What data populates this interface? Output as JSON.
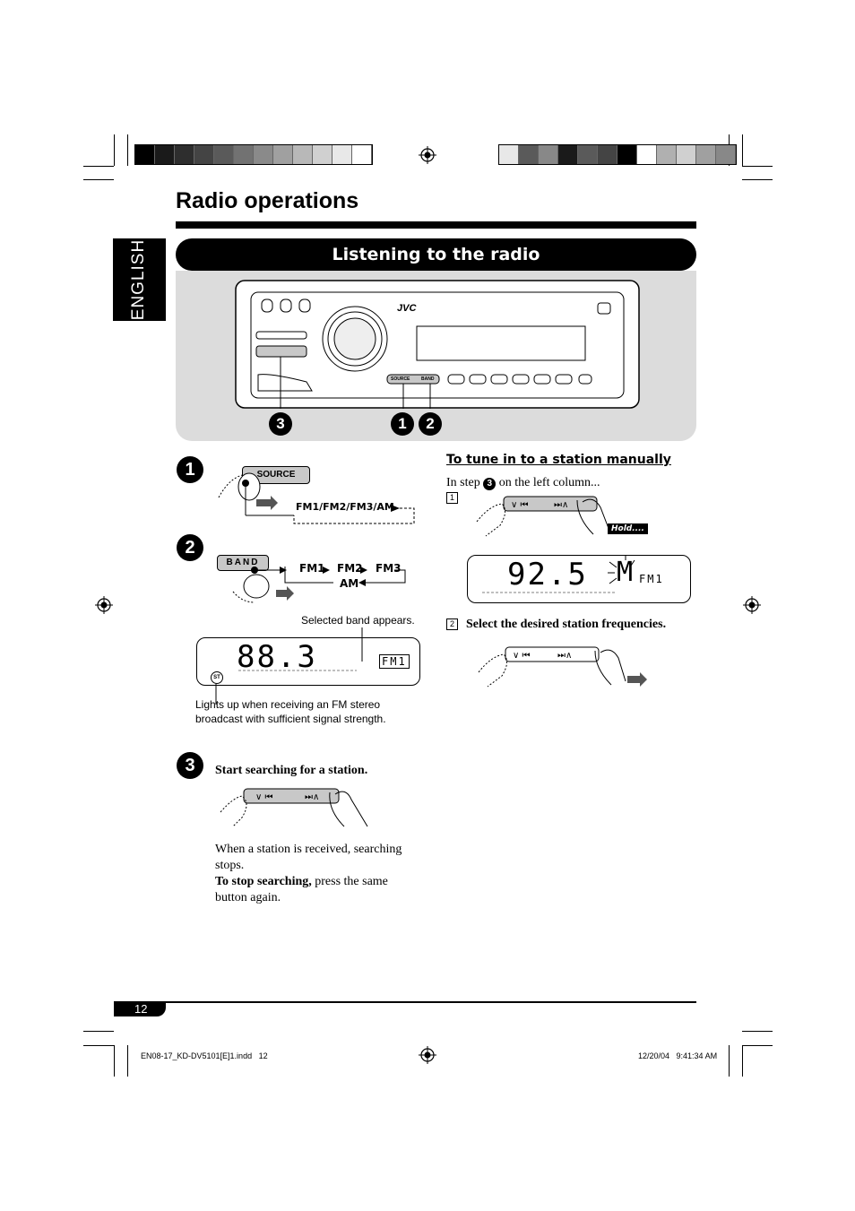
{
  "header": {
    "title": "Radio operations",
    "language_tab": "ENGLISH",
    "section_title": "Listening to the radio",
    "left_color_strip": [
      "#000000",
      "#1a1a1a",
      "#2e2e2e",
      "#444444",
      "#5a5a5a",
      "#727272",
      "#8a8a8a",
      "#a0a0a0",
      "#b8b8b8",
      "#d0d0d0",
      "#e8e8e8",
      "#ffffff"
    ],
    "right_color_strip": [
      "#e8e8e8",
      "#5a5a5a",
      "#888888",
      "#1a1a1a",
      "#5a5a5a",
      "#444444",
      "#000000",
      "#ffffff",
      "#b0b0b0",
      "#d0d0d0",
      "#a0a0a0",
      "#888888"
    ]
  },
  "unit_panel": {
    "brand": "JVC",
    "source_button": "SOURCE",
    "band_button": "BAND",
    "callouts": [
      "3",
      "1",
      "2"
    ]
  },
  "step1": {
    "number": "1",
    "button_label": "SOURCE",
    "cycle_label": "FM1/FM2/FM3/AM"
  },
  "step2": {
    "number": "2",
    "button_label": "BAND",
    "bands": [
      "FM1",
      "FM2",
      "FM3",
      "AM"
    ],
    "band_note": "Selected band appears.",
    "display_frequency": "88.3",
    "display_band": "FM1",
    "stereo_indicator": "ST",
    "stereo_note": "Lights up when receiving an FM stereo broadcast with sufficient signal strength."
  },
  "step3": {
    "number": "3",
    "instruction": "Start searching for a station.",
    "result_text": "When a station is received, searching stops.",
    "stop_bold": "To stop searching,",
    "stop_rest": " press the same button again."
  },
  "manual": {
    "heading": "To tune in to a station manually",
    "intro_prefix": "In step ",
    "intro_step": "3",
    "intro_suffix": " on the left column...",
    "item1_num": "1",
    "hold_label": "Hold....",
    "display_frequency": "92.5",
    "display_mode": "M",
    "display_band": "FM1",
    "item2_num": "2",
    "item2_text": "Select the desired station frequencies."
  },
  "footer": {
    "page_number": "12",
    "file_info": "EN08-17_KD-DV5101[E]1.indd   12",
    "timestamp": "12/20/04   9:41:34 AM"
  }
}
